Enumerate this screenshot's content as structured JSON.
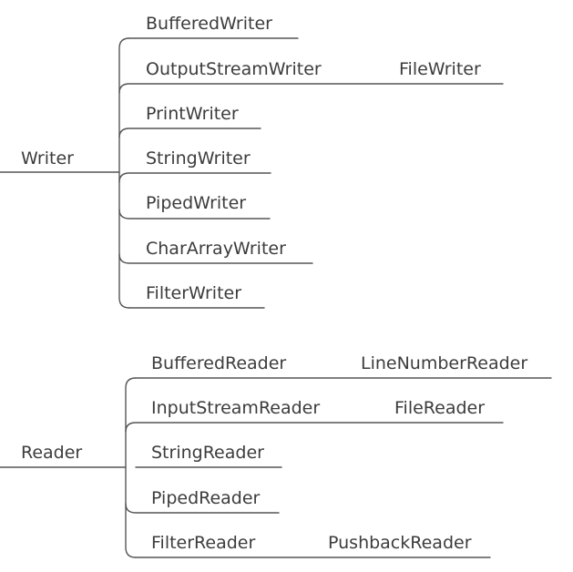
{
  "writer": {
    "root": "Writer",
    "children": [
      "BufferedWriter",
      "OutputStreamWriter",
      "PrintWriter",
      "StringWriter",
      "PipedWriter",
      "CharArrayWriter",
      "FilterWriter"
    ],
    "subchildren": {
      "output_stream": "FileWriter"
    }
  },
  "reader": {
    "root": "Reader",
    "children": [
      "BufferedReader",
      "InputStreamReader",
      "StringReader",
      "PipedReader",
      "FilterReader"
    ],
    "subchildren": {
      "buffered": "LineNumberReader",
      "input_stream": "FileReader",
      "filter": "PushbackReader"
    }
  },
  "colors": {
    "line": "#555555",
    "text": "#3c3c3c",
    "background": "#ffffff"
  }
}
